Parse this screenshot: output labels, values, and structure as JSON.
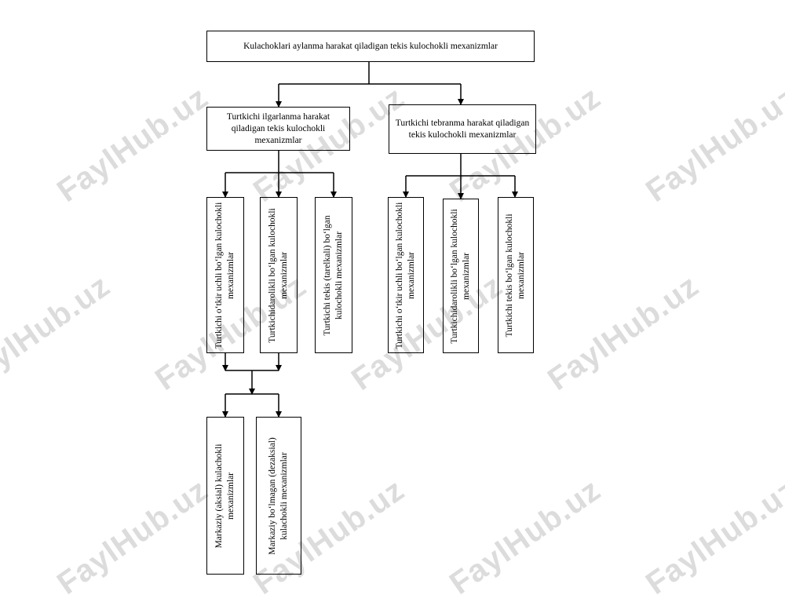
{
  "watermark": {
    "text": "FaylHub.uz"
  },
  "diagram": {
    "root": {
      "label": "Kulachoklari  aylanma harakat qiladigan tekis kulochokli  mexanizmlar"
    },
    "branches": [
      {
        "label": "Turtkichi ilgarlanma  harakat qiladigan  tekis kulochokli mexanizmlar",
        "children": [
          {
            "label": "Turtkichi o‘tkir uchli bo‘lgan kulochokli mexanizmlar"
          },
          {
            "label": "Turtkichidarolikli bo‘lgan kulochokli mexanizmlar"
          },
          {
            "label": "Turtkichi tekis (tarelkali) bo‘lgan kulochokli mexanizmlar"
          }
        ],
        "sub_children": [
          {
            "label": "Markaziy (aksial) kulachokli mexanizmlar"
          },
          {
            "label": "Markaziy bo‘lmagan (dezaksial) kulachokli mexanizmlar"
          }
        ]
      },
      {
        "label": "Turtkichi  tebranma harakat qiladigan  tekis kulochokli mexanizmlar",
        "children": [
          {
            "label": "Turtkichi o‘tkir uchli bo‘lgan kulochokli mexanizmlar"
          },
          {
            "label": "Turtkichidarolikli bo‘lgan kulochokli mexanizmlar"
          },
          {
            "label": "Turtkichi tekis bo‘lgan kulochokli mexanizmlar"
          }
        ]
      }
    ]
  }
}
